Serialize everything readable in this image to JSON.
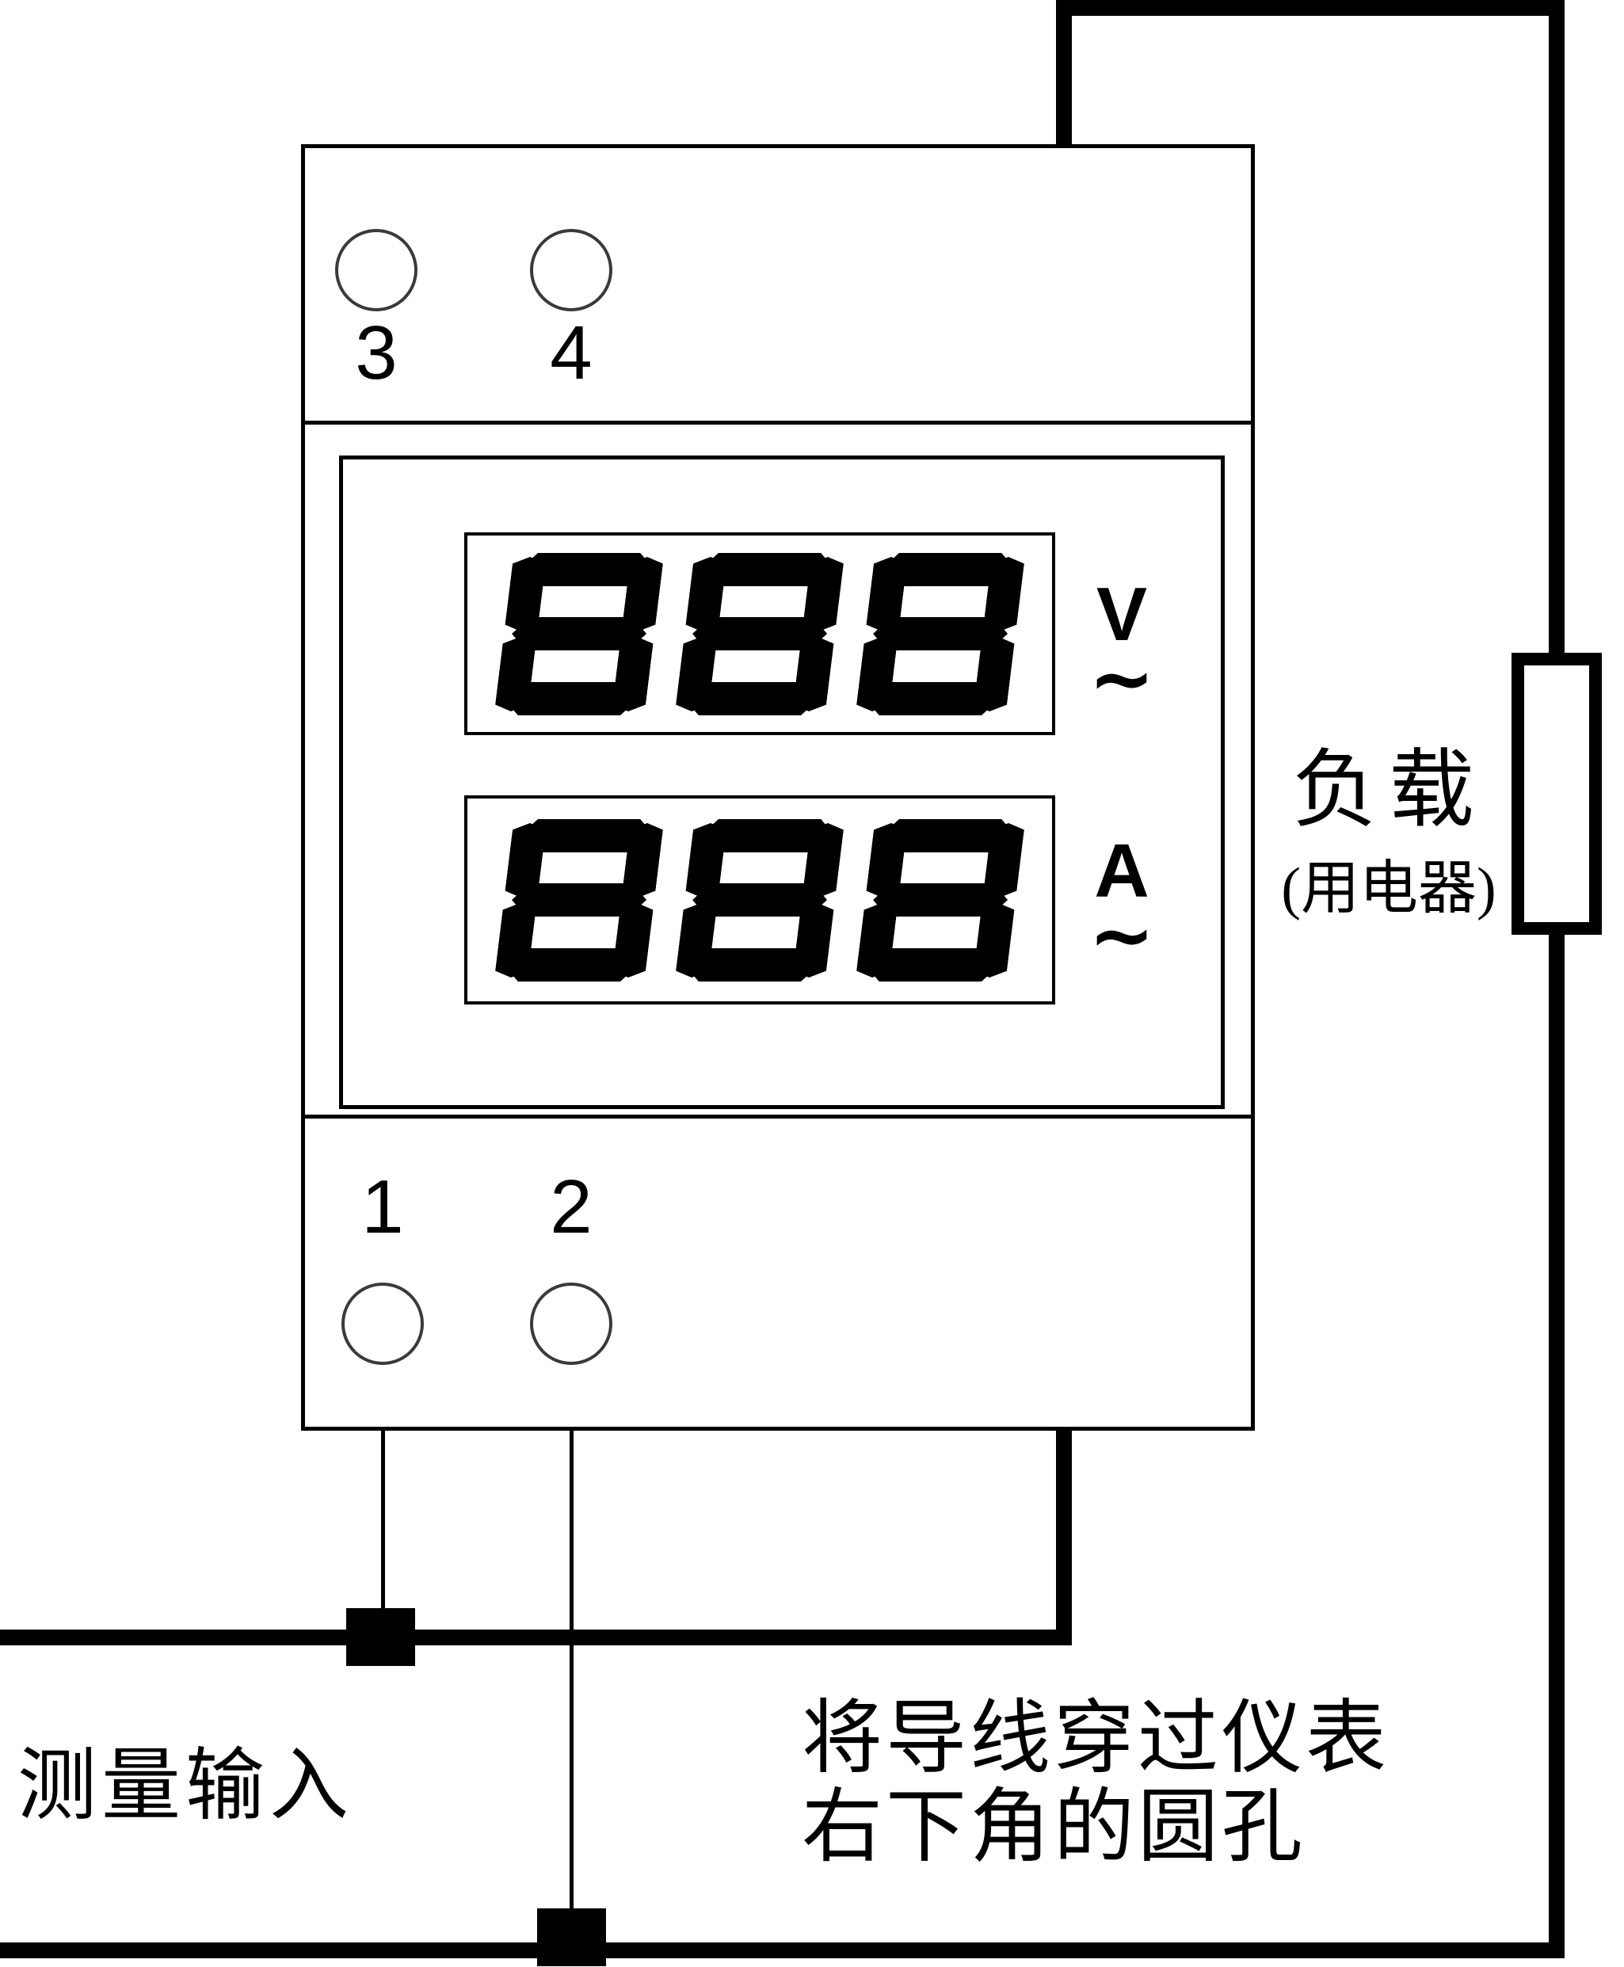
{
  "meter": {
    "terminals": {
      "top_left": "3",
      "top_right": "4",
      "bottom_left": "1",
      "bottom_right": "2"
    },
    "display": {
      "voltage": {
        "value": "888",
        "unit": "V",
        "ac_symbol": "∼"
      },
      "current": {
        "value": "888",
        "unit": "A",
        "ac_symbol": "∼"
      }
    }
  },
  "load": {
    "label": "负载",
    "sublabel": "(用电器)"
  },
  "annotations": {
    "measurement_input": "测量输入",
    "wire_note_line1": "将导线穿过仪表",
    "wire_note_line2": "右下角的圆孔"
  },
  "colors": {
    "wire": "#000000",
    "segment": "#000000",
    "background": "#ffffff"
  }
}
